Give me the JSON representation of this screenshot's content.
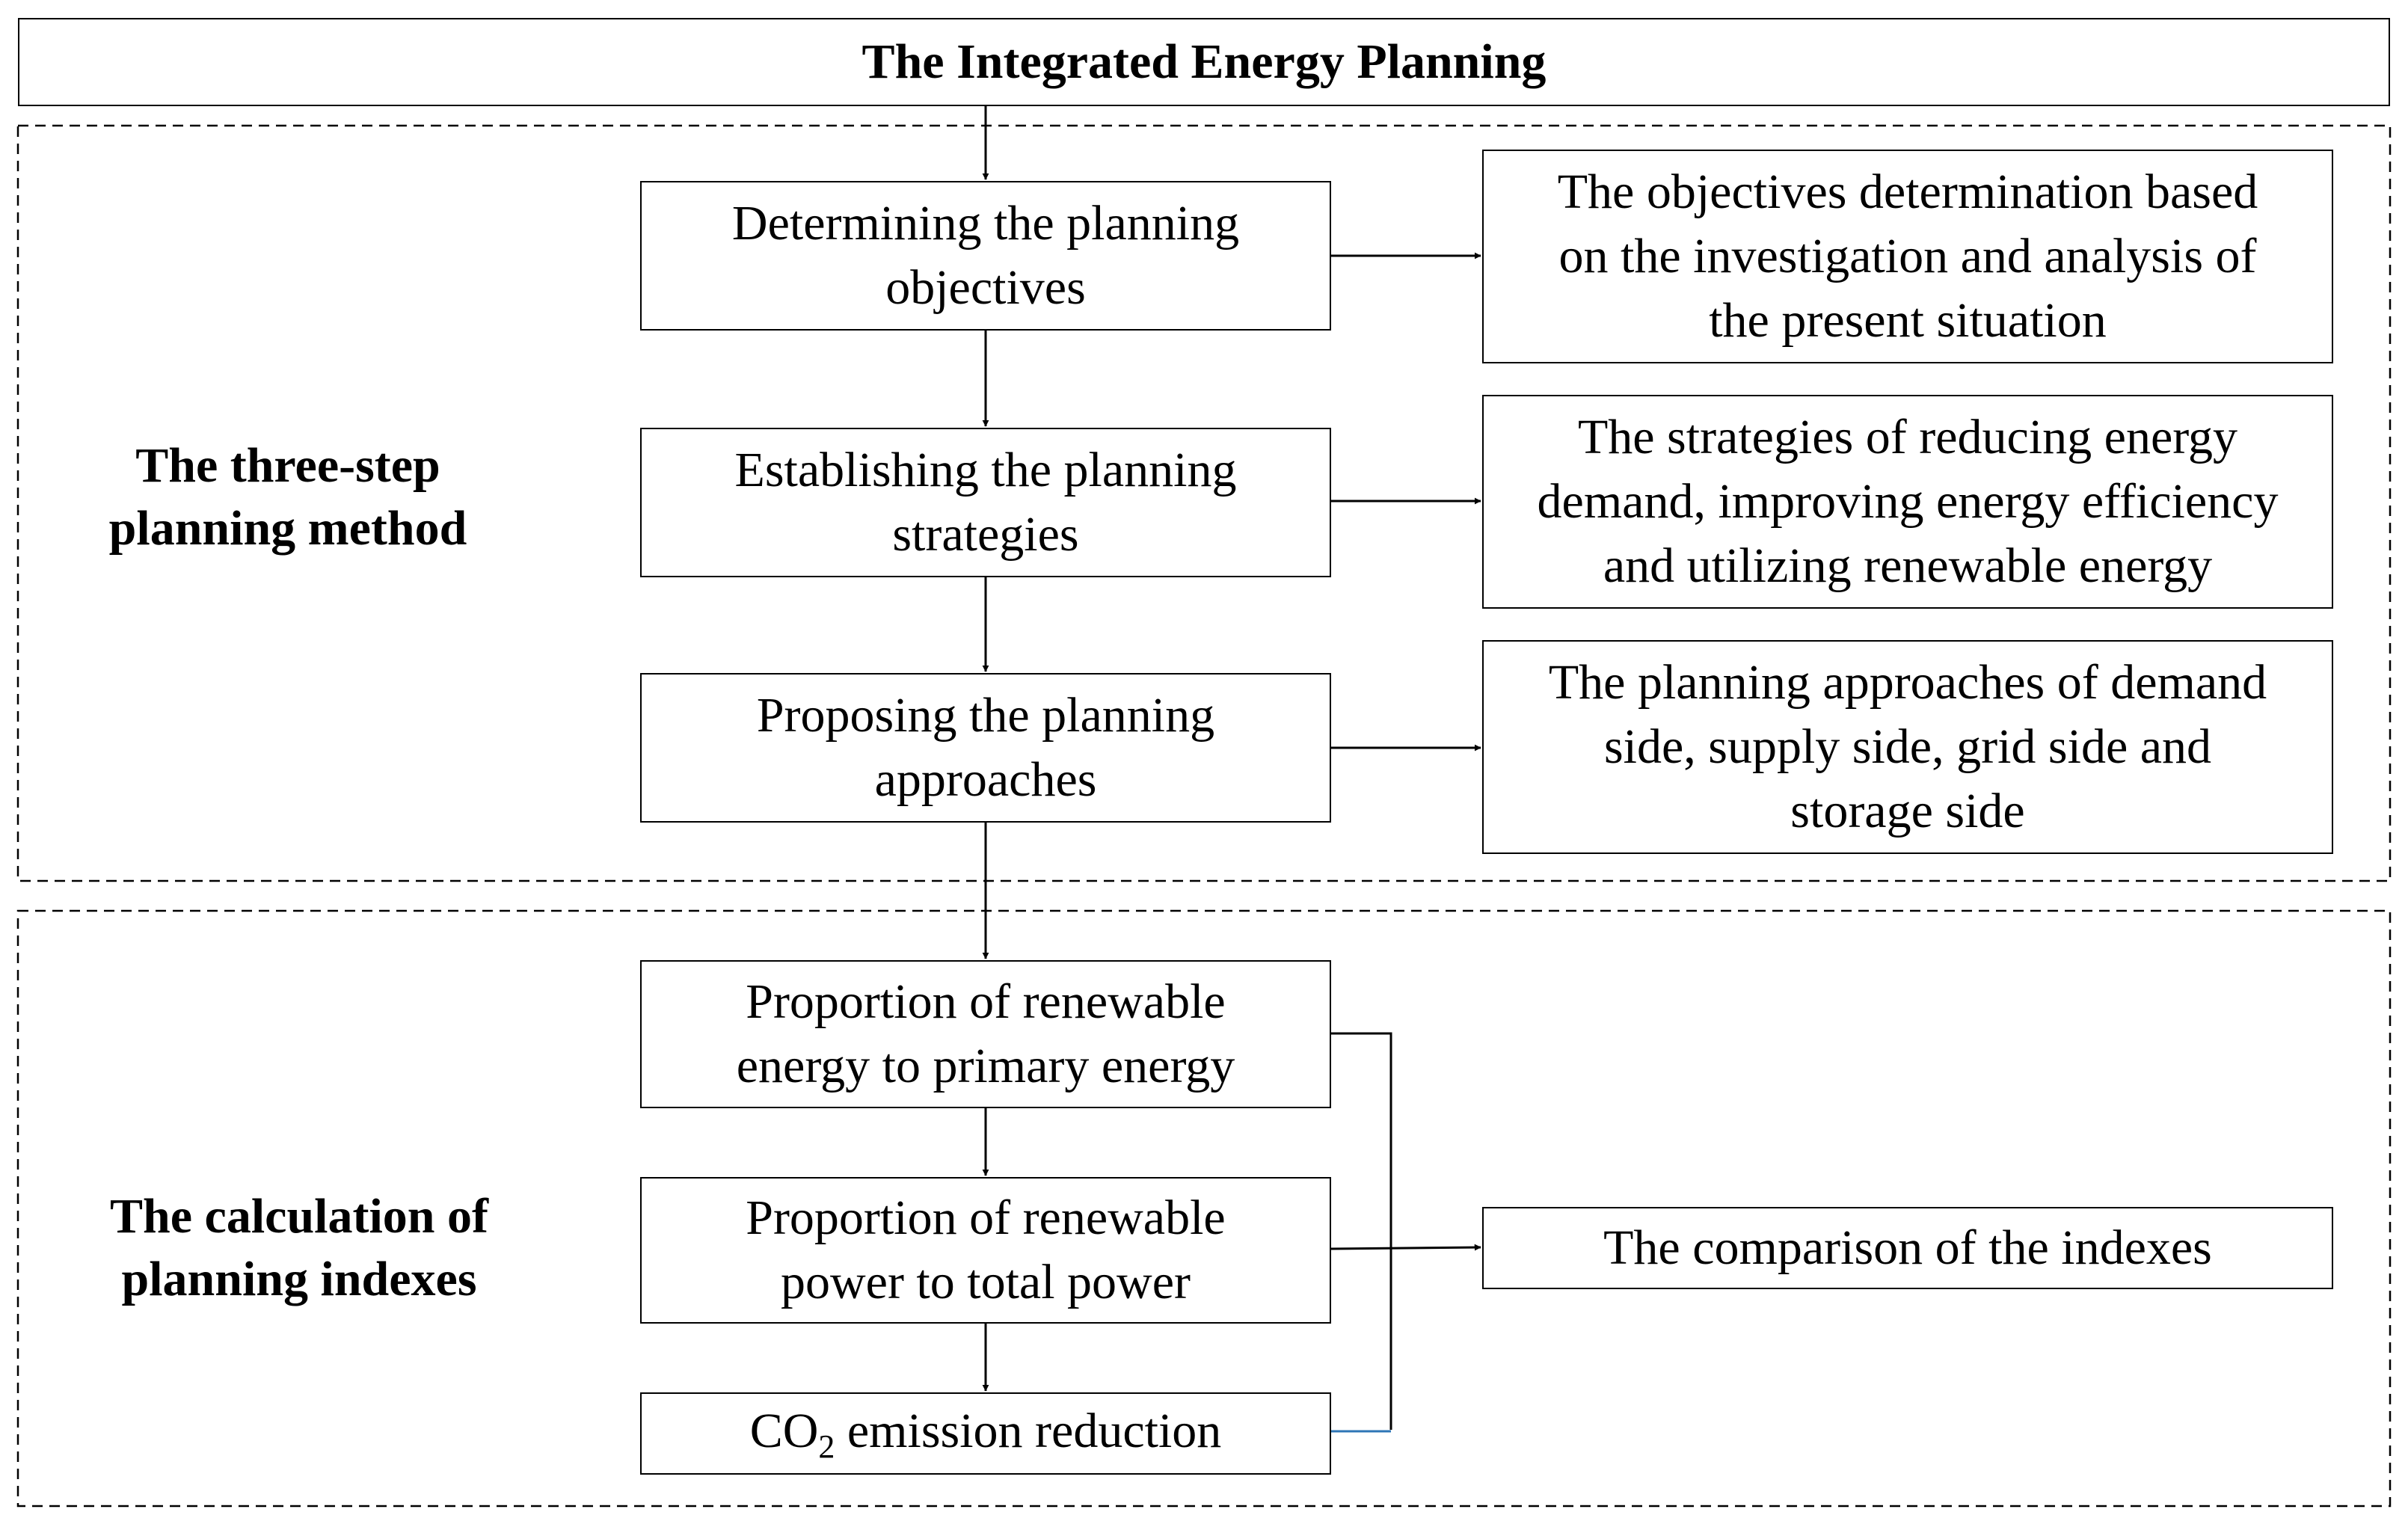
{
  "title": "The Integrated Energy Planning",
  "sections": {
    "three_step": {
      "label_line1": "The three-step",
      "label_line2": "planning method"
    },
    "indexes": {
      "label_line1": "The calculation of",
      "label_line2": "planning indexes"
    }
  },
  "steps": [
    {
      "line1": "Determining the planning",
      "line2": "objectives"
    },
    {
      "line1": "Establishing the planning",
      "line2": "strategies"
    },
    {
      "line1": "Proposing the planning",
      "line2": "approaches"
    }
  ],
  "details": [
    {
      "line1": "The objectives determination based",
      "line2": "on the investigation and analysis of",
      "line3": "the present situation"
    },
    {
      "line1": "The strategies of reducing energy",
      "line2": "demand, improving energy efficiency",
      "line3": "and utilizing renewable energy"
    },
    {
      "line1": "The planning approaches of demand",
      "line2": "side, supply side, grid side and",
      "line3": "storage side"
    }
  ],
  "indexes": [
    {
      "line1": "Proportion of renewable",
      "line2": "energy to primary energy"
    },
    {
      "line1": "Proportion of renewable",
      "line2": "power to total power"
    },
    {
      "prefix": "CO",
      "subscript": "2",
      "suffix": " emission reduction"
    }
  ],
  "comparison": "The comparison of the indexes",
  "colors": {
    "line": "#000000",
    "accent_link": "#2e75b6",
    "dashed_border": "#000000"
  }
}
